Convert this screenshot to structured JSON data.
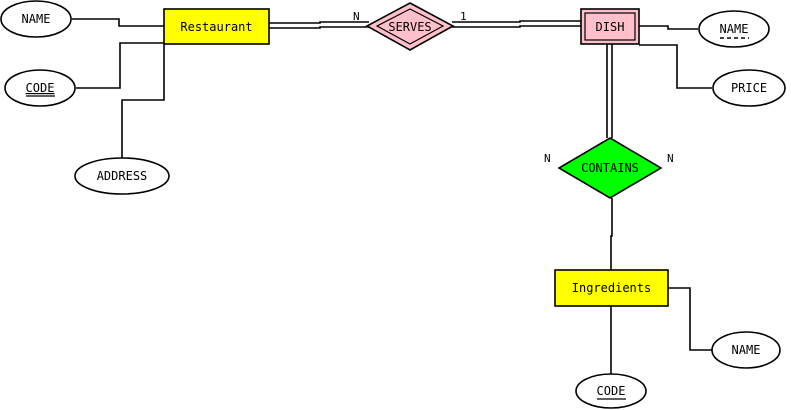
{
  "entities": {
    "restaurant": {
      "label": "Restaurant",
      "fill": "#ffff00"
    },
    "dish": {
      "label": "DISH",
      "fill": "#ffc0cb",
      "weak": true
    },
    "ingredients": {
      "label": "Ingredients",
      "fill": "#ffff00"
    }
  },
  "relationships": {
    "serves": {
      "label": "SERVES",
      "fill": "#ffc0cb",
      "identifying": true
    },
    "contains": {
      "label": "CONTAINS",
      "fill": "#00ff00"
    }
  },
  "attributes": {
    "restaurant_name": {
      "label": "NAME"
    },
    "restaurant_code": {
      "label": "CODE",
      "key": true
    },
    "restaurant_address": {
      "label": "ADDRESS"
    },
    "dish_name": {
      "label": "NAME",
      "partial_key": true
    },
    "dish_price": {
      "label": "PRICE"
    },
    "ingredient_name": {
      "label": "NAME"
    },
    "ingredient_code": {
      "label": "CODE",
      "key": true
    }
  },
  "cardinalities": {
    "serves_restaurant": "N",
    "serves_dish": "1",
    "contains_left": "N",
    "contains_right": "N"
  }
}
